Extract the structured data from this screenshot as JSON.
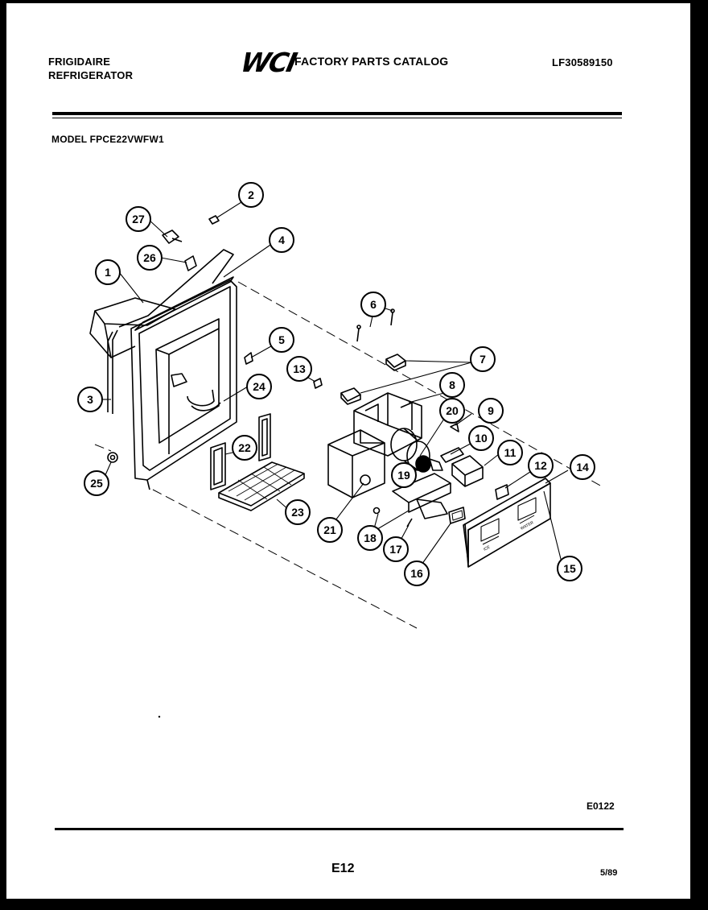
{
  "header": {
    "manufacturer": "FRIGIDAIRE",
    "product": "REFRIGERATOR",
    "logo_text": "WCI",
    "catalog_title": "FACTORY PARTS CATALOG",
    "catalog_number": "LF30589150"
  },
  "model_line": "MODEL FPCE22VWFW1",
  "diagram": {
    "callouts": [
      "1",
      "2",
      "3",
      "4",
      "5",
      "6",
      "7",
      "8",
      "9",
      "10",
      "11",
      "12",
      "13",
      "14",
      "15",
      "16",
      "17",
      "18",
      "19",
      "20",
      "21",
      "22",
      "23",
      "24",
      "25",
      "26",
      "27"
    ],
    "panel_labels": {
      "left": "ICE",
      "right": "WATER"
    }
  },
  "footer": {
    "diagram_code": "E0122",
    "page_number": "E12",
    "date": "5/89"
  }
}
